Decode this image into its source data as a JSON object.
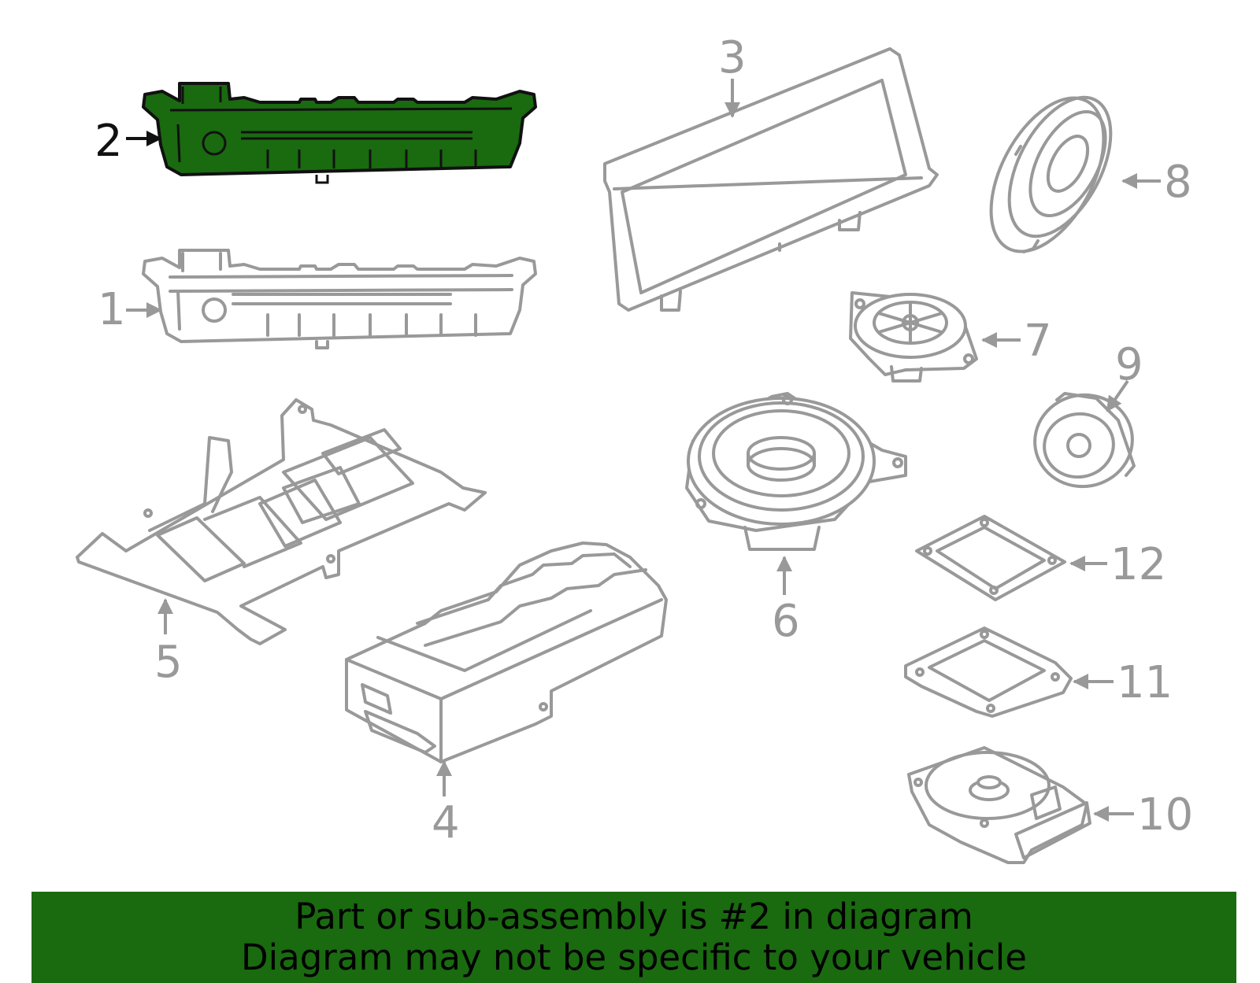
{
  "colors": {
    "highlight_fill": "#1a6a10",
    "banner_bg": "#1a6a10",
    "part_stroke": "#999999",
    "active_stroke": "#111111"
  },
  "callouts": [
    {
      "id": "1",
      "label": "1"
    },
    {
      "id": "2",
      "label": "2",
      "highlighted": true
    },
    {
      "id": "3",
      "label": "3"
    },
    {
      "id": "4",
      "label": "4"
    },
    {
      "id": "5",
      "label": "5"
    },
    {
      "id": "6",
      "label": "6"
    },
    {
      "id": "7",
      "label": "7"
    },
    {
      "id": "8",
      "label": "8"
    },
    {
      "id": "9",
      "label": "9"
    },
    {
      "id": "10",
      "label": "10"
    },
    {
      "id": "11",
      "label": "11"
    },
    {
      "id": "12",
      "label": "12"
    }
  ],
  "banner": {
    "line1": "Part or sub-assembly is #2 in diagram",
    "line2": "Diagram may not be specific to your vehicle"
  }
}
